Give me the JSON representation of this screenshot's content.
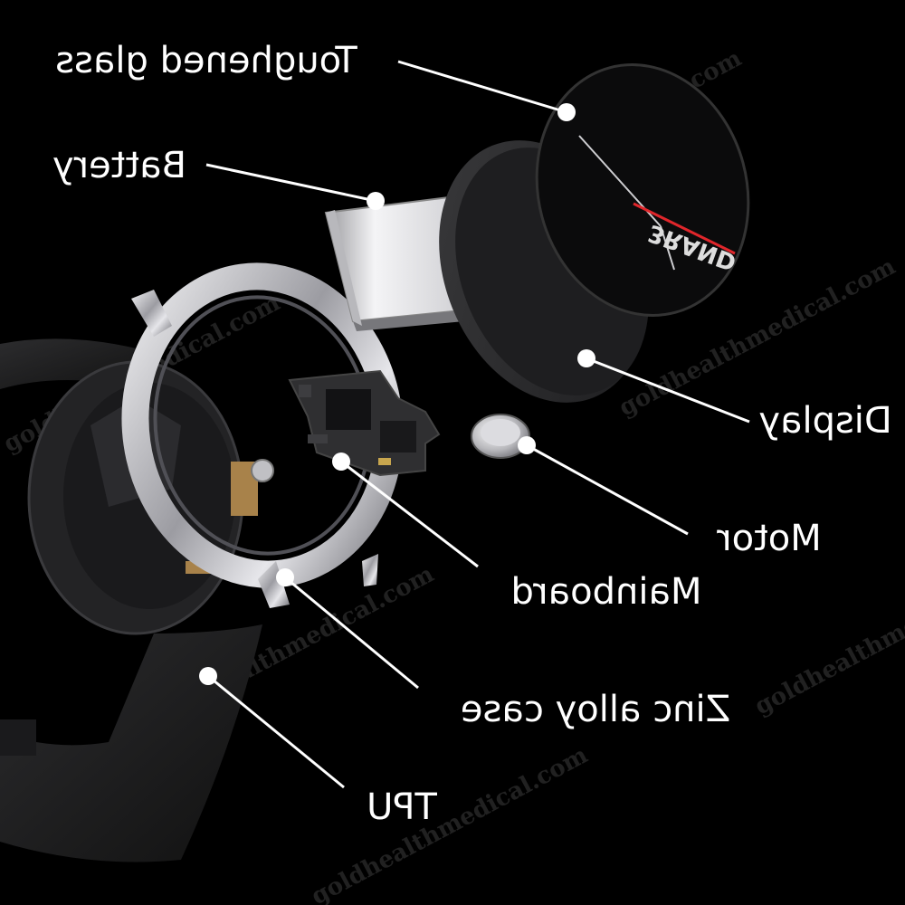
{
  "labels": {
    "toughened_glass": "Toughened glass",
    "battery": "Battery",
    "display": "Display",
    "motor": "Motor",
    "mainboard": "Mainboard",
    "zinc_alloy_case": "Zinc alloy case",
    "tpu": "TPU"
  },
  "watch_face": {
    "brand": "3RAND"
  },
  "watermark": "goldhealthmedical.com",
  "colors": {
    "background": "#000000",
    "label": "#ffffff",
    "second_hand": "#e0262b",
    "case_metal": "#c8c8cc"
  }
}
